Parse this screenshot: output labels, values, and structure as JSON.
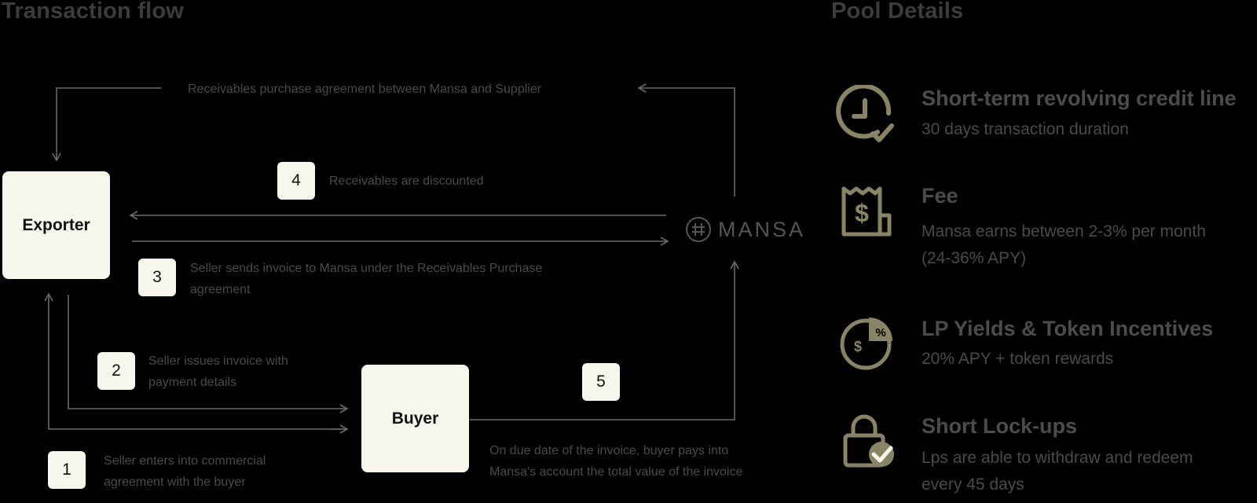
{
  "flow": {
    "title": "Transaction flow",
    "top_note": "Receivables purchase agreement between Mansa and Supplier",
    "exporter": "Exporter",
    "buyer": "Buyer",
    "logo": "MANSA",
    "steps": [
      {
        "num": "1",
        "text": "Seller enters into commercial agreement with the buyer"
      },
      {
        "num": "2",
        "text": "Seller issues invoice with payment details"
      },
      {
        "num": "3",
        "text": "Seller sends invoice to Mansa under the Receivables Purchase agreement"
      },
      {
        "num": "4",
        "text": "Receivables are discounted"
      },
      {
        "num": "5",
        "text": "On due date of the invoice, buyer pays into Mansa's account  the total value of the invoice"
      }
    ]
  },
  "pool": {
    "title": "Pool Details",
    "items": [
      {
        "icon": "clock-check-icon",
        "title": "Short-term revolving credit line",
        "desc": "30 days transaction duration"
      },
      {
        "icon": "receipt-dollar-icon",
        "title": "Fee",
        "desc": "Mansa earns between 2-3% per month (24-36% APY)"
      },
      {
        "icon": "pie-percent-icon",
        "title": "LP Yields & Token Incentives",
        "desc": "20% APY + token rewards"
      },
      {
        "icon": "lock-check-icon",
        "title": "Short Lock-ups",
        "desc": "Lps are able to withdraw and redeem every 45 days"
      }
    ]
  },
  "colors": {
    "box": "#f7f6ec",
    "icon": "#8a8466",
    "line": "#6a6a6a"
  }
}
